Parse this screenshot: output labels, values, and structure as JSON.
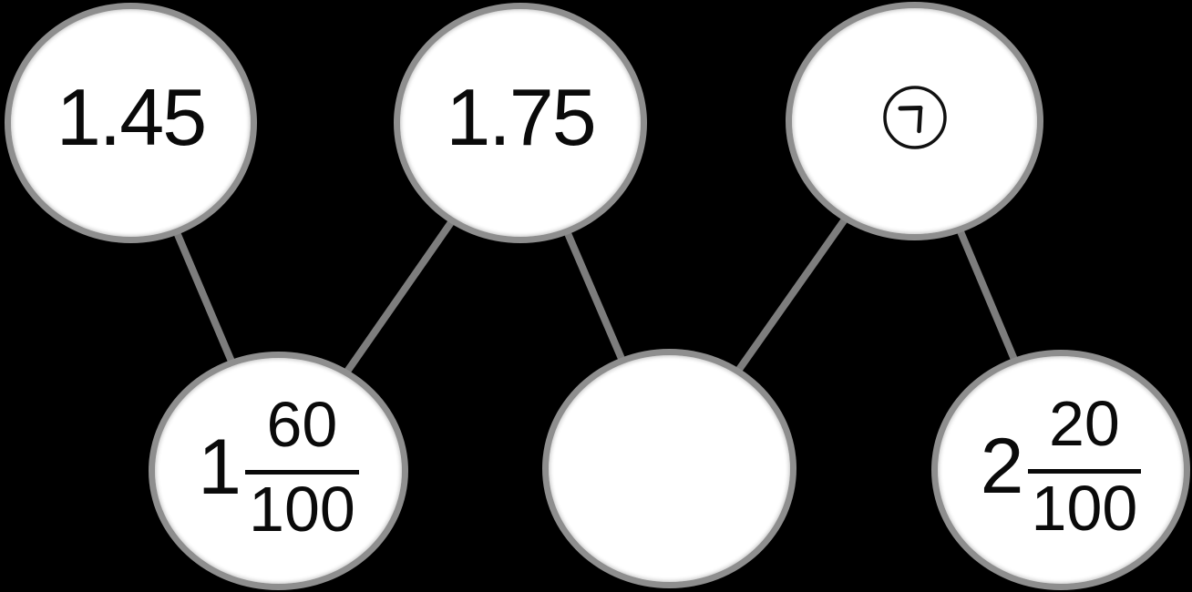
{
  "diagram": {
    "description_colors": {
      "background": "#000000",
      "node_fill": "#ffffff",
      "node_border": "#8e8e8e",
      "connector": "#7d7d7d",
      "text": "#0a0a0a"
    },
    "top_row": [
      {
        "id": "top-1",
        "type": "decimal",
        "label": "1.45"
      },
      {
        "id": "top-2",
        "type": "decimal",
        "label": "1.75"
      },
      {
        "id": "top-3",
        "type": "symbol",
        "label": "㉠"
      }
    ],
    "bottom_row": [
      {
        "id": "bottom-1",
        "type": "mixed-fraction",
        "whole": "1",
        "numerator": "60",
        "denominator": "100"
      },
      {
        "id": "bottom-2",
        "type": "empty",
        "label": ""
      },
      {
        "id": "bottom-3",
        "type": "mixed-fraction",
        "whole": "2",
        "numerator": "20",
        "denominator": "100"
      }
    ],
    "connections": [
      {
        "from": "top-1",
        "to": "bottom-1"
      },
      {
        "from": "top-2",
        "to": "bottom-1"
      },
      {
        "from": "top-2",
        "to": "bottom-2"
      },
      {
        "from": "top-3",
        "to": "bottom-2"
      },
      {
        "from": "top-3",
        "to": "bottom-3"
      }
    ]
  }
}
